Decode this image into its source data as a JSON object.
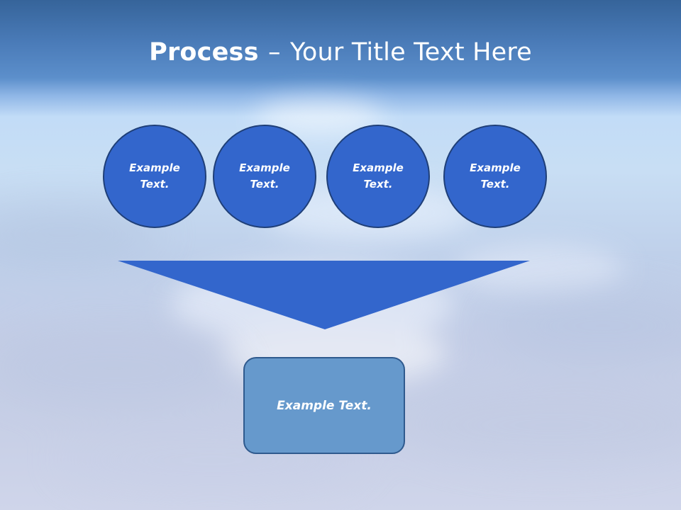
{
  "slide": {
    "title_bold": "Process",
    "title_separator": "–",
    "title_rest": "Your Title Text Here"
  },
  "process_steps": [
    {
      "line1": "Example",
      "line2": "Text."
    },
    {
      "line1": "Example",
      "line2": "Text."
    },
    {
      "line1": "Example",
      "line2": "Text."
    },
    {
      "line1": "Example",
      "line2": "Text."
    }
  ],
  "result": {
    "label": "Example Text."
  },
  "colors": {
    "step_fill": "#3366cc",
    "step_border": "#1f3f78",
    "funnel_fill": "#3366cc",
    "result_fill": "#6699cc",
    "result_border": "#2f5a8e",
    "title_text": "#ffffff"
  }
}
